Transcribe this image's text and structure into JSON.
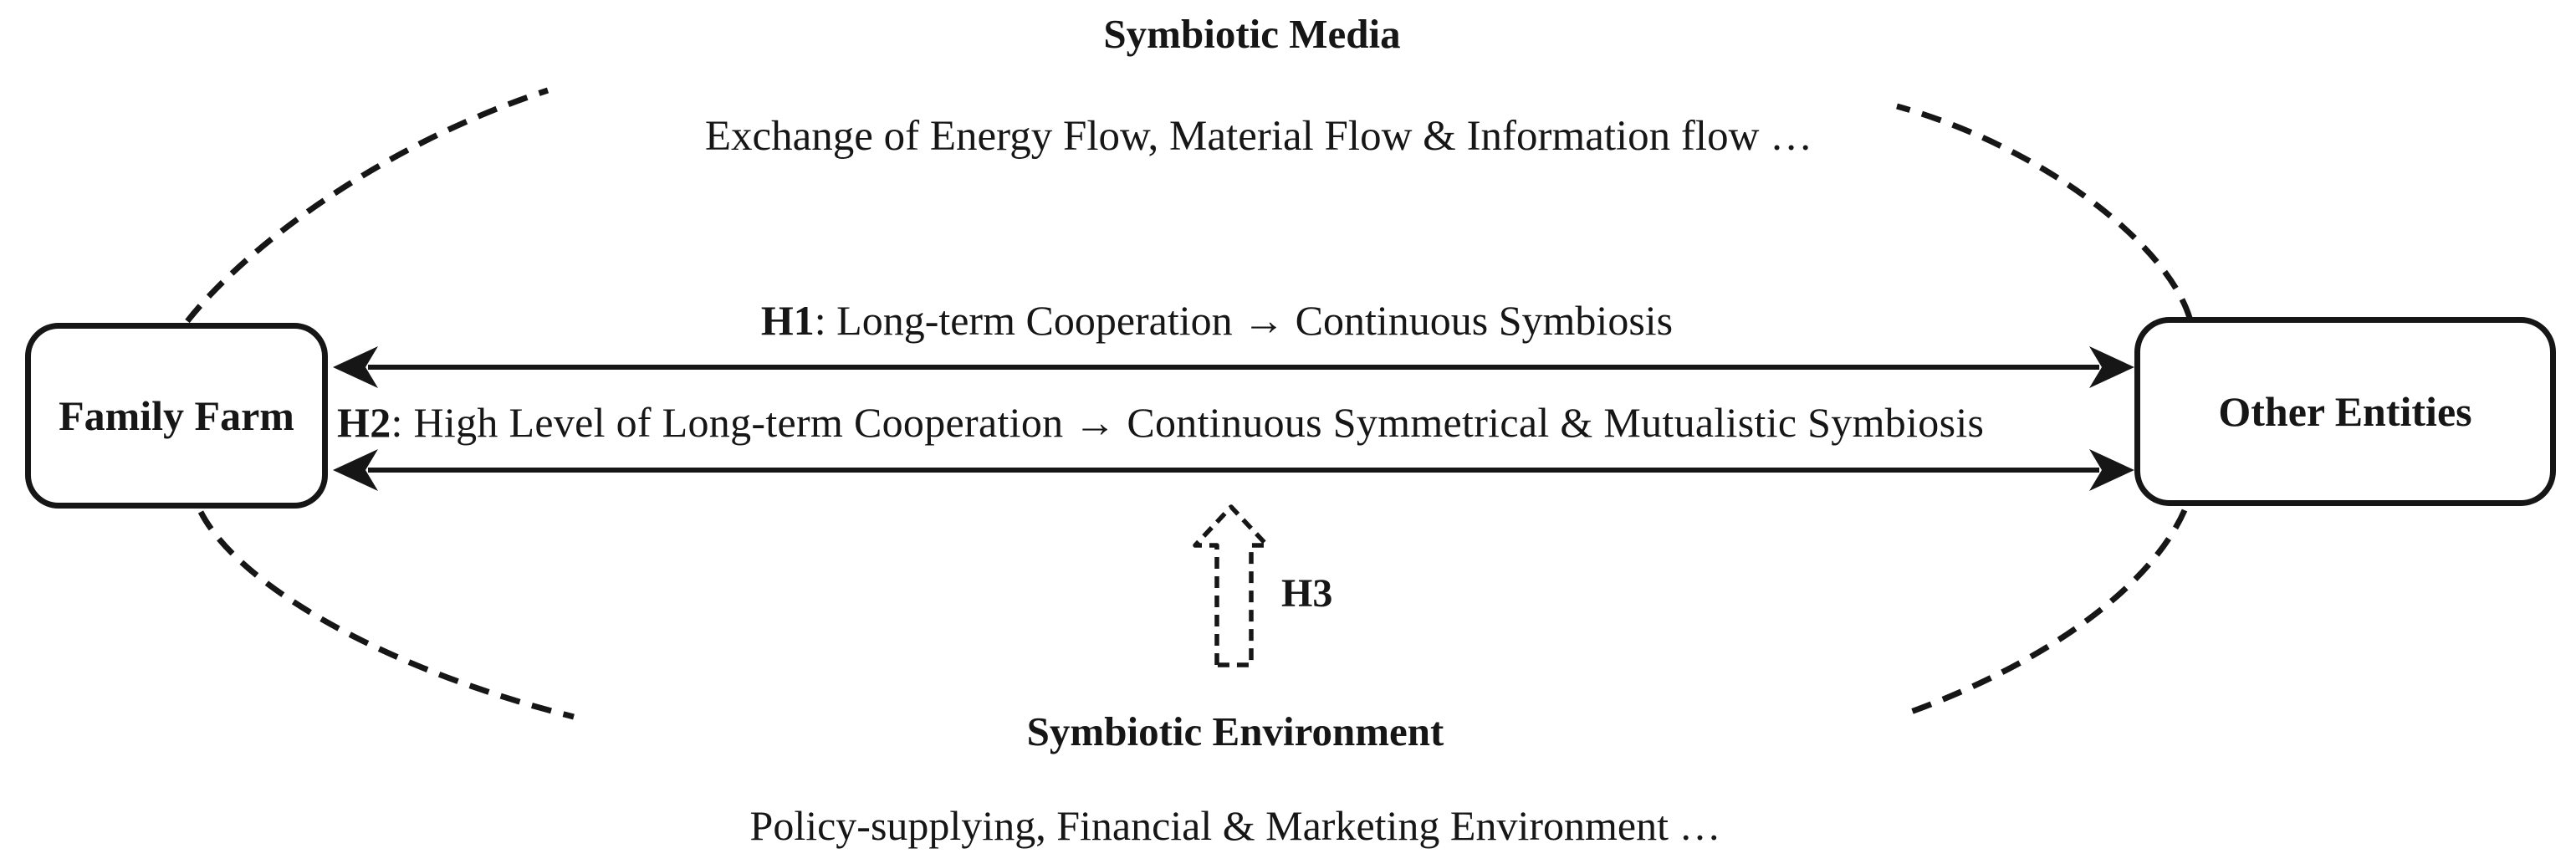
{
  "figure": {
    "top_section": {
      "title": "Symbiotic Media",
      "subtitle": "Exchange of Energy Flow, Material Flow & Information flow …"
    },
    "entities": {
      "family_farm": "Family Farm",
      "other_entities": "Other Entities"
    },
    "hypotheses": {
      "h1": {
        "id": "H1",
        "text": ": Long-term Cooperation → Continuous Symbiosis"
      },
      "h2": {
        "id": "H2",
        "text": ": High Level of Long-term Cooperation → Continuous Symmetrical & Mutualistic Symbiosis"
      },
      "h3": {
        "id": "H3"
      }
    },
    "bottom_section": {
      "title": "Symbiotic Environment",
      "subtitle": "Policy-supplying, Financial & Marketing Environment …"
    },
    "colors": {
      "ink": "#161616",
      "background": "#ffffff"
    }
  }
}
